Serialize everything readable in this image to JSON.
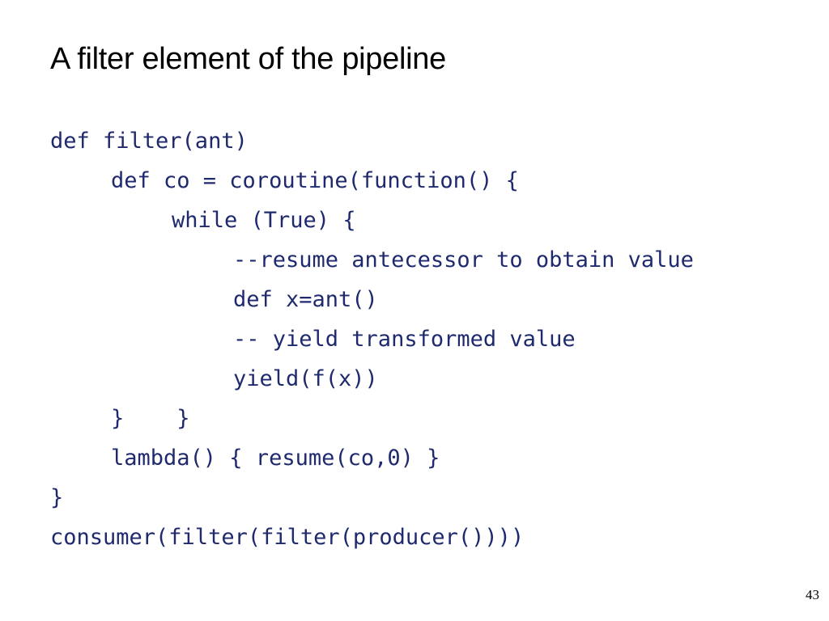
{
  "slide": {
    "title": "A filter element of the pipeline",
    "code_lines": [
      {
        "text": "def filter(ant)",
        "indent": 0
      },
      {
        "text": "def co = coroutine(function() {",
        "indent": 1
      },
      {
        "text": "while (True) {",
        "indent": 2
      },
      {
        "text": "--resume antecessor to obtain value",
        "indent": 3
      },
      {
        "text": "def x=ant()",
        "indent": 3
      },
      {
        "text": "-- yield transformed value",
        "indent": 3
      },
      {
        "text": "yield(f(x))",
        "indent": 3
      },
      {
        "text": "}    }",
        "indent": 1
      },
      {
        "text": "lambda() { resume(co,0) }",
        "indent": 1
      },
      {
        "text": "}",
        "indent": 0
      },
      {
        "text": "consumer(filter(filter(producer())))",
        "indent": 0
      }
    ],
    "page_number": "43"
  },
  "colors": {
    "title": "#000000",
    "code": "#1f2a6e",
    "background": "#ffffff"
  }
}
